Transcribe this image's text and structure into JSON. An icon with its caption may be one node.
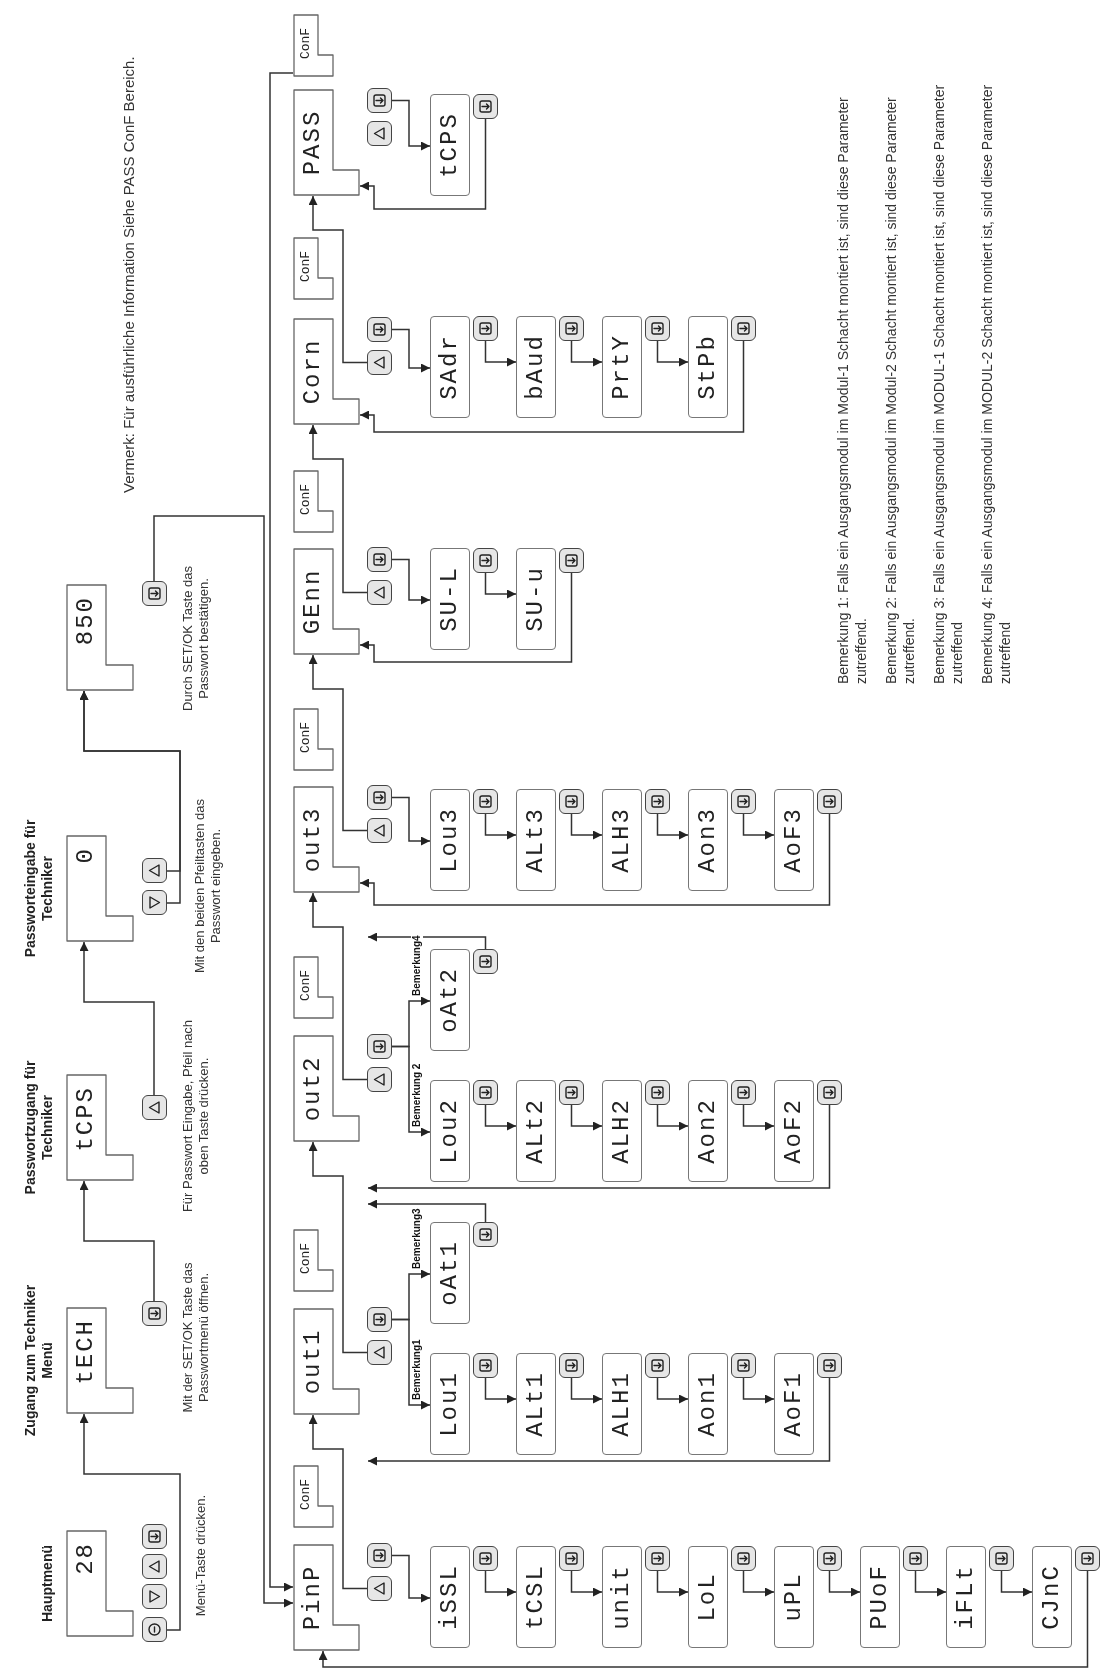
{
  "diagram": {
    "nodes": [
      {
        "text": [
          "Hauptmenü",
          "28"
        ]
      },
      {
        "text": [
          "Zugang zum Techniker Menü",
          "tECH"
        ]
      },
      {
        "text": [
          "Passwortzugang für Techniker",
          "tCPS"
        ]
      },
      {
        "text": [
          "Passworteingabe für Techniker",
          "0"
        ]
      },
      {
        "text": [
          "850"
        ]
      },
      {
        "text": [],
        "shape": "button"
      },
      {
        "text": [],
        "shape": "button"
      },
      {
        "text": [],
        "shape": "button"
      },
      {
        "text": [],
        "shape": "button"
      },
      {
        "text": [],
        "shape": "button"
      },
      {
        "text": [],
        "shape": "button"
      },
      {
        "text": [
          "PinP"
        ]
      },
      {
        "text": [
          "ConF"
        ]
      },
      {
        "text": [
          "out1"
        ]
      },
      {
        "text": [
          "ConF"
        ]
      },
      {
        "text": [
          "out2"
        ]
      },
      {
        "text": [
          "ConF"
        ]
      },
      {
        "text": [
          "out3"
        ]
      },
      {
        "text": [
          "ConF"
        ]
      },
      {
        "text": [
          "GEnn"
        ]
      },
      {
        "text": [
          "ConF"
        ]
      },
      {
        "text": [
          "Corn"
        ]
      },
      {
        "text": [
          "ConF"
        ]
      },
      {
        "text": [
          "PASS"
        ]
      },
      {
        "text": [
          "ConF"
        ]
      },
      {
        "text": [],
        "shape": "button"
      },
      {
        "text": [],
        "shape": "button"
      },
      {
        "text": [],
        "shape": "button"
      },
      {
        "text": [],
        "shape": "button"
      },
      {
        "text": [],
        "shape": "button"
      },
      {
        "text": [],
        "shape": "button"
      },
      {
        "text": [],
        "shape": "button"
      },
      {
        "text": [],
        "shape": "button"
      },
      {
        "text": [],
        "shape": "button"
      },
      {
        "text": [],
        "shape": "button"
      },
      {
        "text": [],
        "shape": "button"
      },
      {
        "text": [],
        "shape": "button"
      },
      {
        "text": [],
        "shape": "button"
      },
      {
        "text": [
          "iSSL"
        ]
      },
      {
        "text": [],
        "shape": "button"
      },
      {
        "text": [
          "tCSL"
        ]
      },
      {
        "text": [],
        "shape": "button"
      },
      {
        "text": [
          "unit"
        ]
      },
      {
        "text": [],
        "shape": "button"
      },
      {
        "text": [
          "LoL"
        ]
      },
      {
        "text": [],
        "shape": "button"
      },
      {
        "text": [
          "uPL"
        ]
      },
      {
        "text": [],
        "shape": "button"
      },
      {
        "text": [
          "PUoF"
        ]
      },
      {
        "text": [],
        "shape": "button"
      },
      {
        "text": [
          "iFLt"
        ]
      },
      {
        "text": [],
        "shape": "button"
      },
      {
        "text": [
          "CJnC"
        ]
      },
      {
        "text": [],
        "shape": "button"
      },
      {
        "text": [
          "Lou1"
        ]
      },
      {
        "text": [],
        "shape": "button"
      },
      {
        "text": [
          "ALt1"
        ]
      },
      {
        "text": [],
        "shape": "button"
      },
      {
        "text": [
          "ALH1"
        ]
      },
      {
        "text": [],
        "shape": "button"
      },
      {
        "text": [
          "Aon1"
        ]
      },
      {
        "text": [],
        "shape": "button"
      },
      {
        "text": [
          "AoF1"
        ]
      },
      {
        "text": [],
        "shape": "button"
      },
      {
        "text": [
          "oAt1"
        ]
      },
      {
        "text": [],
        "shape": "button"
      },
      {
        "text": [
          "Lou2"
        ]
      },
      {
        "text": [],
        "shape": "button"
      },
      {
        "text": [
          "ALt2"
        ]
      },
      {
        "text": [],
        "shape": "button"
      },
      {
        "text": [
          "ALH2"
        ]
      },
      {
        "text": [],
        "shape": "button"
      },
      {
        "text": [
          "Aon2"
        ]
      },
      {
        "text": [],
        "shape": "button"
      },
      {
        "text": [
          "AoF2"
        ]
      },
      {
        "text": [],
        "shape": "button"
      },
      {
        "text": [
          "oAt2"
        ]
      },
      {
        "text": [],
        "shape": "button"
      },
      {
        "text": [
          "Lou3"
        ]
      },
      {
        "text": [],
        "shape": "button"
      },
      {
        "text": [
          "ALt3"
        ]
      },
      {
        "text": [],
        "shape": "button"
      },
      {
        "text": [
          "ALH3"
        ]
      },
      {
        "text": [],
        "shape": "button"
      },
      {
        "text": [
          "Aon3"
        ]
      },
      {
        "text": [],
        "shape": "button"
      },
      {
        "text": [
          "AoF3"
        ]
      },
      {
        "text": [],
        "shape": "button"
      },
      {
        "text": [
          "SU-L"
        ]
      },
      {
        "text": [],
        "shape": "button"
      },
      {
        "text": [
          "SU-u"
        ]
      },
      {
        "text": [],
        "shape": "button"
      },
      {
        "text": [
          "SAdr"
        ]
      },
      {
        "text": [],
        "shape": "button"
      },
      {
        "text": [
          "bAud"
        ]
      },
      {
        "text": [],
        "shape": "button"
      },
      {
        "text": [
          "PrtY"
        ]
      },
      {
        "text": [],
        "shape": "button"
      },
      {
        "text": [
          "StPb"
        ]
      },
      {
        "text": [],
        "shape": "button"
      },
      {
        "text": [
          "tCPS"
        ]
      },
      {
        "text": [],
        "shape": "button"
      },
      {
        "text": [],
        "shape": "button"
      },
      {
        "text": [],
        "shape": "button"
      },
      {
        "text": [],
        "shape": "button"
      },
      {
        "text": [],
        "shape": "button"
      }
    ],
    "edges": [
      {
        "from": 5,
        "to": 1,
        "arrow": "to"
      },
      {
        "from": 6,
        "to": 2,
        "arrow": "to"
      },
      {
        "from": 7,
        "to": 3,
        "arrow": "to"
      },
      {
        "from": 8,
        "to": 4,
        "arrow": "to"
      },
      {
        "from": 9,
        "to": 4,
        "arrow": "to"
      },
      {
        "from": 10,
        "to": 11,
        "arrow": "to"
      },
      {
        "from": 24,
        "to": 11,
        "arrow": "to"
      },
      {
        "from": 25,
        "to": 13,
        "arrow": "to"
      },
      {
        "from": 27,
        "to": 15,
        "arrow": "to"
      },
      {
        "from": 29,
        "to": 17,
        "arrow": "to"
      },
      {
        "from": 31,
        "to": 19,
        "arrow": "to"
      },
      {
        "from": 33,
        "to": 21,
        "arrow": "to"
      },
      {
        "from": 35,
        "to": 23,
        "arrow": "to"
      },
      {
        "from": 26,
        "to": 38,
        "arrow": "to"
      },
      {
        "from": 28,
        "to": 54,
        "arrow": "to",
        "label": "Bemerkung1"
      },
      {
        "from": 28,
        "to": 64,
        "arrow": "to",
        "label": "Bemerkung3"
      },
      {
        "from": 30,
        "to": 66,
        "arrow": "to",
        "label": "Bemerkung 2"
      },
      {
        "from": 30,
        "to": 76,
        "arrow": "to",
        "label": "Bemerkung4"
      },
      {
        "from": 32,
        "to": 78,
        "arrow": "to"
      },
      {
        "from": 34,
        "to": 88,
        "arrow": "to"
      },
      {
        "from": 36,
        "to": 92,
        "arrow": "to"
      },
      {
        "from": 37,
        "to": 100,
        "arrow": "to"
      },
      {
        "from": 39,
        "to": 40,
        "arrow": "to"
      },
      {
        "from": 41,
        "to": 42,
        "arrow": "to"
      },
      {
        "from": 43,
        "to": 44,
        "arrow": "to"
      },
      {
        "from": 45,
        "to": 46,
        "arrow": "to"
      },
      {
        "from": 47,
        "to": 48,
        "arrow": "to"
      },
      {
        "from": 49,
        "to": 50,
        "arrow": "to"
      },
      {
        "from": 51,
        "to": 52,
        "arrow": "to"
      },
      {
        "from": 53,
        "to": 11,
        "arrow": "to"
      },
      {
        "from": 55,
        "to": 56,
        "arrow": "to"
      },
      {
        "from": 57,
        "to": 58,
        "arrow": "to"
      },
      {
        "from": 59,
        "to": 60,
        "arrow": "to"
      },
      {
        "from": 61,
        "to": 62,
        "arrow": "to"
      },
      {
        "from": 63,
        "to": null,
        "arrow": "to"
      },
      {
        "from": 65,
        "to": null,
        "arrow": "to"
      },
      {
        "from": 67,
        "to": 68,
        "arrow": "to"
      },
      {
        "from": 69,
        "to": 70,
        "arrow": "to"
      },
      {
        "from": 71,
        "to": 72,
        "arrow": "to"
      },
      {
        "from": 73,
        "to": 74,
        "arrow": "to"
      },
      {
        "from": 75,
        "to": null,
        "arrow": "to"
      },
      {
        "from": 77,
        "to": null,
        "arrow": "to"
      },
      {
        "from": 79,
        "to": 80,
        "arrow": "to"
      },
      {
        "from": 81,
        "to": 82,
        "arrow": "to"
      },
      {
        "from": 83,
        "to": 84,
        "arrow": "to"
      },
      {
        "from": 85,
        "to": 86,
        "arrow": "to"
      },
      {
        "from": 87,
        "to": 17,
        "arrow": "to"
      },
      {
        "from": 89,
        "to": 90,
        "arrow": "to"
      },
      {
        "from": 91,
        "to": 19,
        "arrow": "to"
      },
      {
        "from": 93,
        "to": 94,
        "arrow": "to"
      },
      {
        "from": 95,
        "to": 96,
        "arrow": "to"
      },
      {
        "from": 97,
        "to": 98,
        "arrow": "to"
      },
      {
        "from": 99,
        "to": 21,
        "arrow": "to"
      },
      {
        "from": 101,
        "to": 23,
        "arrow": "to"
      }
    ],
    "labels": [
      "Menü-Taste drücken.",
      "Mit der SET/OK Taste das Passwortmenü öffnen.",
      "Für Passwort Eingabe, Pfeil nach oben Taste drücken.",
      "Mit den beiden Pfeiltasten das Passwort eingeben.",
      "Durch SET/OK Taste das Passwort bestätigen.",
      "Vermerk: Für ausführliche Information Siehe PASS ConF Bereich.",
      "Bemerkung 1: Falls ein Ausgangsmodul im Modul-1 Schacht montiert ist, sind diese Parameter zutreffend.",
      "Bemerkung 2: Falls ein Ausgangsmodul im Modul-2 Schacht montiert ist, sind diese Parameter zutreffend.",
      "Bemerkung 3: Falls ein Ausgangsmodul im MODUL-1 Schacht montiert ist, sind diese Parameter zutreffend",
      "Bemerkung 4: Falls ein Ausgangsmodul im MODUL-2 Schacht montiert ist, sind diese Parameter zutreffend"
    ]
  }
}
